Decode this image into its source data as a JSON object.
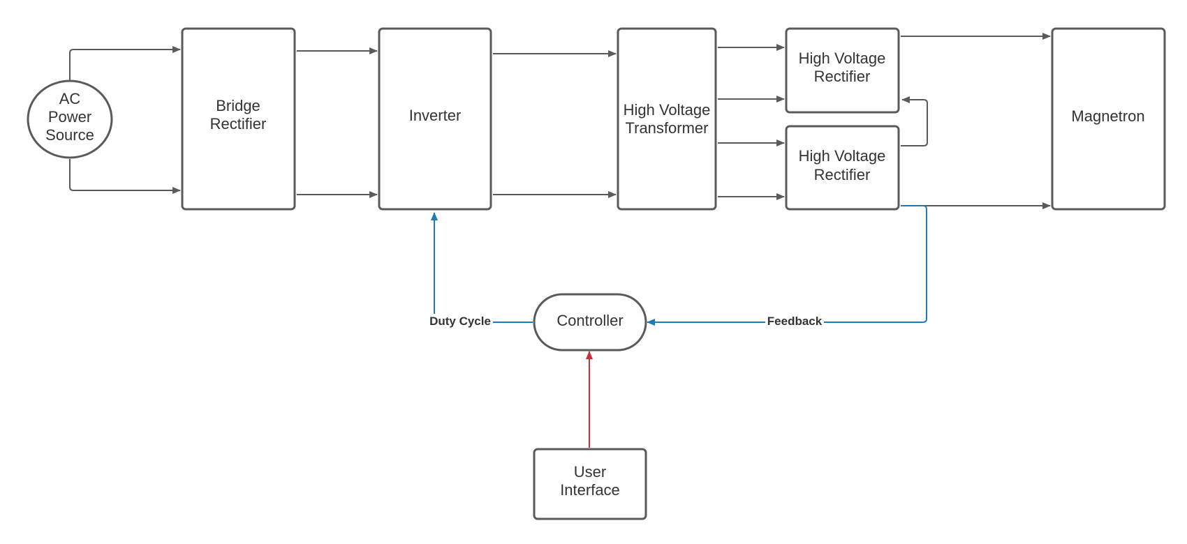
{
  "blocks": {
    "ac_source": {
      "lines": [
        "AC",
        "Power",
        "Source"
      ]
    },
    "bridge_rectifier": {
      "lines": [
        "Bridge",
        "Rectifier"
      ]
    },
    "inverter": {
      "lines": [
        "Inverter"
      ]
    },
    "hv_transformer": {
      "lines": [
        "High Voltage",
        "Transformer"
      ]
    },
    "hv_rectifier_1": {
      "lines": [
        "High Voltage",
        "Rectifier"
      ]
    },
    "hv_rectifier_2": {
      "lines": [
        "High Voltage",
        "Rectifier"
      ]
    },
    "magnetron": {
      "lines": [
        "Magnetron"
      ]
    },
    "controller": {
      "lines": [
        "Controller"
      ]
    },
    "user_interface": {
      "lines": [
        "User",
        "Interface"
      ]
    }
  },
  "edge_labels": {
    "duty_cycle": "Duty Cycle",
    "feedback": "Feedback"
  },
  "colors": {
    "box_stroke": "#5a5a5a",
    "power_path": "#5a5a5a",
    "control_path": "#1f7ab8",
    "user_input_path": "#c8313b"
  }
}
